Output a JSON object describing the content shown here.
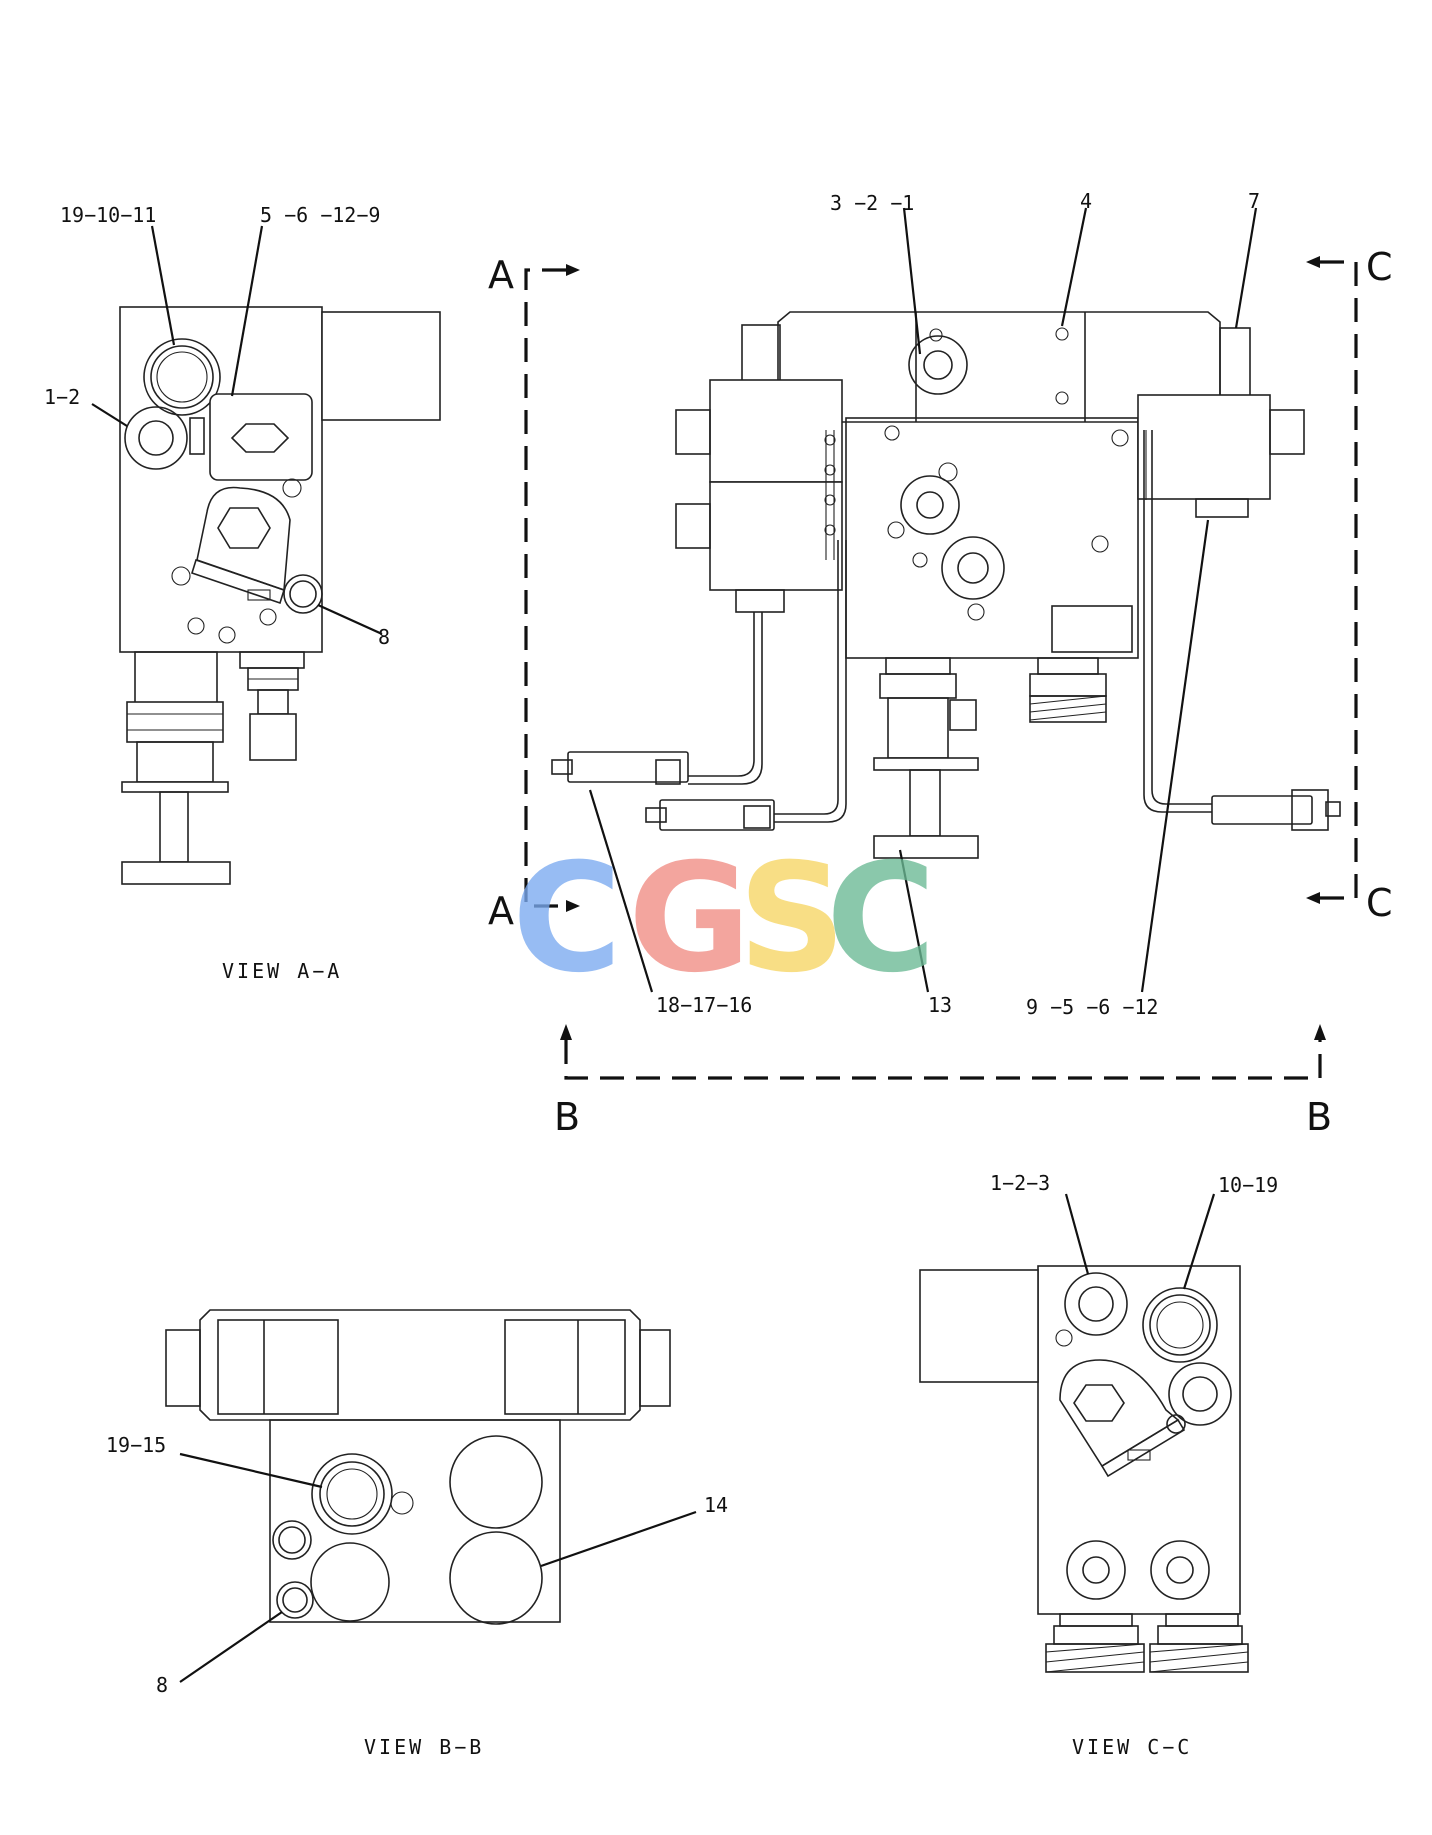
{
  "callouts": {
    "c1": "19−10−11",
    "c2": "5 −6 −12−9",
    "c3": "1−2",
    "c4": "8",
    "c5": "3 −2 −1",
    "c6": "4",
    "c7": "7",
    "c8": "18−17−16",
    "c9": "13",
    "c10": "9 −5 −6 −12",
    "c11": "1−2−3",
    "c12": "10−19",
    "c13": "19−15",
    "c14": "14",
    "c15": "8"
  },
  "views": {
    "aa": "VIEW A−A",
    "bb": "VIEW B−B",
    "cc": "VIEW C−C"
  },
  "section_markers": {
    "a_top": "A",
    "a_bottom": "A",
    "c_top": "C",
    "c_bottom": "C",
    "b_left": "B",
    "b_right": "B"
  },
  "watermark": {
    "letters": [
      "C",
      "G",
      "S",
      "C"
    ],
    "colors": [
      "#7aaaf0",
      "#f08c84",
      "#f7d663",
      "#6ab994"
    ]
  }
}
